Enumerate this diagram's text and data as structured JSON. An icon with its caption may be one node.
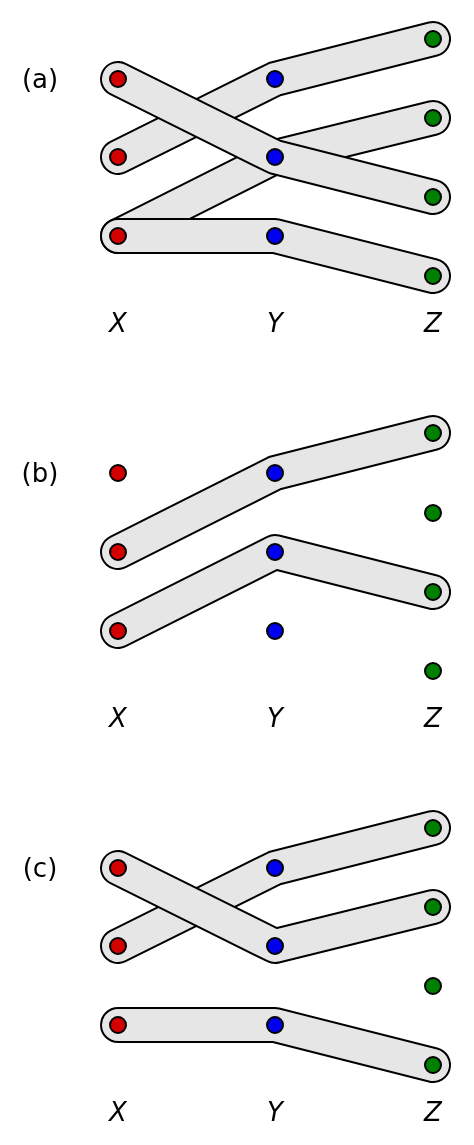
{
  "diagram": {
    "nodes": [
      {
        "text": [],
        "shape": "circle"
      },
      {
        "text": [],
        "shape": "circle"
      },
      {
        "text": [],
        "shape": "circle"
      },
      {
        "text": [],
        "shape": "circle"
      },
      {
        "text": [],
        "shape": "circle"
      },
      {
        "text": [],
        "shape": "circle"
      },
      {
        "text": [],
        "shape": "circle"
      },
      {
        "text": [],
        "shape": "circle"
      },
      {
        "text": [],
        "shape": "circle"
      },
      {
        "text": [],
        "shape": "circle"
      },
      {
        "text": [],
        "shape": "circle"
      },
      {
        "text": [],
        "shape": "circle"
      },
      {
        "text": [],
        "shape": "circle"
      },
      {
        "text": [],
        "shape": "circle"
      },
      {
        "text": [],
        "shape": "circle"
      },
      {
        "text": [],
        "shape": "circle"
      },
      {
        "text": [],
        "shape": "circle"
      },
      {
        "text": [],
        "shape": "circle"
      },
      {
        "text": [],
        "shape": "circle"
      },
      {
        "text": [],
        "shape": "circle"
      },
      {
        "text": [],
        "shape": "circle"
      },
      {
        "text": [],
        "shape": "circle"
      },
      {
        "text": [],
        "shape": "circle"
      },
      {
        "text": [],
        "shape": "circle"
      },
      {
        "text": [],
        "shape": "circle"
      },
      {
        "text": [],
        "shape": "circle"
      },
      {
        "text": [],
        "shape": "circle"
      },
      {
        "text": [],
        "shape": "circle"
      },
      {
        "text": [],
        "shape": "circle"
      },
      {
        "text": [],
        "shape": "circle"
      }
    ],
    "edges": [
      {
        "from": 1,
        "to": 3,
        "arrow": "none"
      },
      {
        "from": 3,
        "to": 6,
        "arrow": "none"
      },
      {
        "from": 2,
        "to": 4,
        "arrow": "none"
      },
      {
        "from": 4,
        "to": 7,
        "arrow": "none"
      },
      {
        "from": 2,
        "to": 5,
        "arrow": "none"
      },
      {
        "from": 5,
        "to": 9,
        "arrow": "none"
      },
      {
        "from": 0,
        "to": 4,
        "arrow": "none"
      },
      {
        "from": 4,
        "to": 8,
        "arrow": "none"
      },
      {
        "from": 11,
        "to": 13,
        "arrow": "none"
      },
      {
        "from": 13,
        "to": 16,
        "arrow": "none"
      },
      {
        "from": 12,
        "to": 14,
        "arrow": "none"
      },
      {
        "from": 14,
        "to": 18,
        "arrow": "none"
      },
      {
        "from": 21,
        "to": 23,
        "arrow": "none"
      },
      {
        "from": 23,
        "to": 26,
        "arrow": "none"
      },
      {
        "from": 20,
        "to": 24,
        "arrow": "none"
      },
      {
        "from": 24,
        "to": 27,
        "arrow": "none"
      },
      {
        "from": 22,
        "to": 25,
        "arrow": "none"
      },
      {
        "from": 25,
        "to": 29,
        "arrow": "none"
      }
    ],
    "labels": [
      "(a)",
      "X",
      "Y",
      "Z",
      "(b)",
      "X",
      "Y",
      "Z",
      "(c)",
      "X",
      "Y",
      "Z"
    ]
  }
}
